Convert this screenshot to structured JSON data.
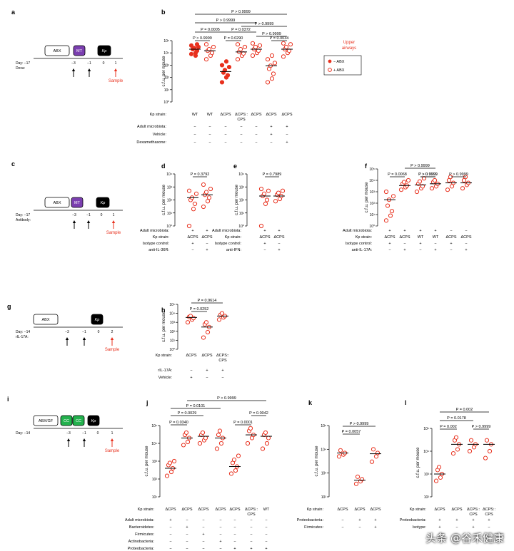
{
  "colors": {
    "ink": "#000000",
    "red": "#e8311e",
    "box_mt": "#7b3fb0",
    "box_kp": "#000000",
    "box_cc": "#23b14d"
  },
  "legend": {
    "title": "Upper airways",
    "items": [
      "− ABX",
      "+ ABX"
    ]
  },
  "axis_label": "c.f.u. per mouse",
  "watermark": "头条 @谷禾健康",
  "schematics": [
    {
      "letter": "a",
      "boxes": [
        "ABX",
        "MT",
        "Kp"
      ],
      "days": [
        "Day: −17",
        "−3",
        "−1",
        "0",
        "1"
      ],
      "sub": "Dexa:",
      "sample": "Sample"
    },
    {
      "letter": "c",
      "boxes": [
        "ABX",
        "MT",
        "Kp"
      ],
      "days": [
        "Day: −17",
        "−3",
        "−1",
        "0",
        "1"
      ],
      "sub": "Antibody:",
      "sample": "Sample"
    },
    {
      "letter": "g",
      "boxes": [
        "ABX",
        "Kp"
      ],
      "days": [
        "Day: −14",
        "−3",
        "−1",
        "0",
        "2"
      ],
      "sub": "rIL-17A:",
      "sample": "Sample"
    },
    {
      "letter": "i",
      "boxes": [
        "ABX/GF",
        "CC",
        "CC",
        "Kp"
      ],
      "days": [
        "Day: −14",
        "−3",
        "−1",
        "0",
        "1"
      ],
      "sub": "",
      "sample": "Sample"
    }
  ],
  "chart_data": [
    {
      "panel": "b",
      "type": "scatter",
      "ylabel": "c.f.u. per mouse",
      "yscale": "log",
      "ylim": [
        1,
        100000
      ],
      "groups": [
        {
          "label": "WT",
          "fill": "filled",
          "median": 20000,
          "values": [
            8000,
            10000,
            15000,
            20000,
            25000,
            30000,
            40000,
            6000,
            50000
          ]
        },
        {
          "label": "WT",
          "fill": "open",
          "median": 15000,
          "values": [
            3000,
            6000,
            10000,
            15000,
            20000,
            30000,
            50000
          ]
        },
        {
          "label": "ΔCPS",
          "fill": "filled",
          "median": 300,
          "values": [
            40,
            100,
            150,
            250,
            400,
            700,
            1000,
            2000
          ]
        },
        {
          "label": "ΔCPS:: CPS",
          "fill": "open",
          "median": 12000,
          "values": [
            3000,
            6000,
            9000,
            12000,
            20000,
            30000,
            50000
          ]
        },
        {
          "label": "ΔCPS",
          "fill": "open",
          "median": 20000,
          "values": [
            6000,
            10000,
            15000,
            20000,
            30000,
            40000,
            60000
          ]
        },
        {
          "label": "ΔCPS",
          "fill": "open",
          "median": 900,
          "values": [
            40,
            80,
            200,
            500,
            900,
            1500,
            3000,
            6000
          ]
        },
        {
          "label": "ΔCPS",
          "fill": "open",
          "median": 20000,
          "values": [
            5000,
            10000,
            15000,
            20000,
            30000,
            50000,
            60000
          ]
        }
      ],
      "p_values": [
        "P > 0.9999",
        "P > 0.9999",
        "P = 0.0005",
        "P > 0.9999",
        "P > 0.9999",
        "P = 0.0372",
        "P > 0.9999",
        "P = 0.0290",
        "P = 0.0034"
      ],
      "strain_label": "Kp strain:",
      "condition_rows": [
        {
          "label": "Adult microbiota:",
          "values": [
            "−",
            "−",
            "−",
            "−",
            "−",
            "+",
            "+"
          ]
        },
        {
          "label": "Vehicle:",
          "values": [
            "−",
            "−",
            "−",
            "−",
            "−",
            "+",
            "−"
          ]
        },
        {
          "label": "Dexamethasone:",
          "values": [
            "−",
            "−",
            "−",
            "−",
            "−",
            "−",
            "+"
          ]
        }
      ]
    },
    {
      "panel": "d",
      "type": "scatter",
      "ylabel": "c.f.u. per mouse",
      "yscale": "log",
      "ylim": [
        1,
        10000
      ],
      "groups": [
        {
          "label": "ΔCPS",
          "fill": "open",
          "median": 150,
          "values": [
            1,
            20,
            50,
            100,
            150,
            300,
            500
          ]
        },
        {
          "label": "ΔCPS",
          "fill": "open",
          "median": 250,
          "values": [
            30,
            80,
            150,
            250,
            400,
            700,
            1500
          ]
        }
      ],
      "p_values": [
        "P = 0.3792"
      ],
      "condition_rows": [
        {
          "label": "Adult microbiota:",
          "values": [
            "+",
            "+"
          ]
        },
        {
          "label": "Kp strain:",
          "values": [
            "ΔCPS",
            "ΔCPS"
          ]
        },
        {
          "label": "Isotype control:",
          "values": [
            "+",
            "−"
          ]
        },
        {
          "label": "anti-IL-36R:",
          "values": [
            "−",
            "+"
          ]
        }
      ]
    },
    {
      "panel": "e",
      "type": "scatter",
      "ylabel": "c.f.u. per mouse",
      "yscale": "log",
      "ylim": [
        1,
        10000
      ],
      "groups": [
        {
          "label": "ΔCPS",
          "fill": "open",
          "median": 200,
          "values": [
            1,
            50,
            100,
            200,
            300,
            500,
            700
          ]
        },
        {
          "label": "ΔCPS",
          "fill": "open",
          "median": 200,
          "values": [
            80,
            120,
            200,
            250,
            350,
            500
          ]
        }
      ],
      "p_values": [
        "P = 0.7989"
      ],
      "condition_rows": [
        {
          "label": "Adult microbiota:",
          "values": [
            "+",
            "+"
          ]
        },
        {
          "label": "Kp strain:",
          "values": [
            "ΔCPS",
            "ΔCPS"
          ]
        },
        {
          "label": "Isotype control:",
          "values": [
            "+",
            "−"
          ]
        },
        {
          "label": "anti-IFN:",
          "values": [
            "−",
            "+"
          ]
        }
      ]
    },
    {
      "panel": "f",
      "type": "scatter",
      "ylabel": "c.f.u. per mouse",
      "yscale": "log",
      "ylim": [
        1,
        100000
      ],
      "groups": [
        {
          "label": "ΔCPS",
          "fill": "open",
          "median": 200,
          "values": [
            3,
            8,
            20,
            60,
            200,
            400,
            1000
          ]
        },
        {
          "label": "ΔCPS",
          "fill": "open",
          "median": 3500,
          "values": [
            1500,
            2500,
            3500,
            5000,
            7000,
            10000
          ]
        },
        {
          "label": "WT",
          "fill": "open",
          "median": 4000,
          "values": [
            1000,
            2000,
            3000,
            5000,
            8000,
            15000
          ]
        },
        {
          "label": "WT",
          "fill": "open",
          "median": 5000,
          "values": [
            2000,
            3000,
            5000,
            7000,
            10000
          ]
        },
        {
          "label": "ΔCPS",
          "fill": "open",
          "median": 6000,
          "values": [
            1500,
            3000,
            6000,
            10000,
            20000
          ]
        },
        {
          "label": "ΔCPS",
          "fill": "open",
          "median": 6000,
          "values": [
            2000,
            4000,
            6000,
            10000,
            20000
          ]
        }
      ],
      "p_values": [
        "P > 0.9999",
        "P = 0.0068",
        "P > 0.9999",
        "P > 0.9999",
        "P > 0.9999"
      ],
      "condition_rows": [
        {
          "label": "Adult microbiota:",
          "values": [
            "+",
            "+",
            "+",
            "+",
            "−",
            "−"
          ]
        },
        {
          "label": "Kp strain:",
          "values": [
            "ΔCPS",
            "ΔCPS",
            "WT",
            "WT",
            "ΔCPS",
            "ΔCPS"
          ]
        },
        {
          "label": "Isotype control:",
          "values": [
            "+",
            "−",
            "+",
            "−",
            "+",
            "−"
          ]
        },
        {
          "label": "anti-IL-17A:",
          "values": [
            "−",
            "+",
            "−",
            "+",
            "−",
            "+"
          ]
        }
      ]
    },
    {
      "panel": "h",
      "type": "scatter",
      "ylabel": "c.f.u. per mouse",
      "yscale": "log",
      "ylim": [
        1,
        100000
      ],
      "groups": [
        {
          "label": "ΔCPS",
          "fill": "open",
          "median": 3500,
          "values": [
            1000,
            2000,
            3000,
            4000,
            5000
          ]
        },
        {
          "label": "ΔCPS",
          "fill": "open",
          "median": 300,
          "values": [
            20,
            80,
            300,
            600,
            1000
          ]
        },
        {
          "label": "ΔCPS:: CPS",
          "fill": "open",
          "median": 5000,
          "values": [
            2000,
            3500,
            5000,
            7000,
            10000
          ]
        }
      ],
      "p_values": [
        "P = 0.9614",
        "P = 0.0252"
      ],
      "strain_label": "Kp strain:",
      "condition_rows": [
        {
          "label": "rIL-17A:",
          "values": [
            "−",
            "+",
            "+"
          ]
        },
        {
          "label": "Vehicle:",
          "values": [
            "+",
            "−",
            "−"
          ]
        }
      ]
    },
    {
      "panel": "j",
      "type": "scatter",
      "ylabel": "c.f.u. per mouse",
      "yscale": "log",
      "ylim": [
        10,
        100000
      ],
      "groups": [
        {
          "label": "ΔCPS",
          "fill": "open",
          "median": 400,
          "values": [
            150,
            250,
            400,
            600,
            800,
            1000
          ]
        },
        {
          "label": "ΔCPS",
          "fill": "open",
          "median": 20000,
          "values": [
            8000,
            12000,
            20000,
            30000,
            40000
          ]
        },
        {
          "label": "ΔCPS",
          "fill": "open",
          "median": 25000,
          "values": [
            10000,
            15000,
            20000,
            30000,
            40000
          ]
        },
        {
          "label": "ΔCPS",
          "fill": "open",
          "median": 20000,
          "values": [
            5000,
            10000,
            20000,
            30000,
            50000
          ]
        },
        {
          "label": "ΔCPS",
          "fill": "open",
          "median": 500,
          "values": [
            200,
            300,
            500,
            800,
            1200,
            2000
          ]
        },
        {
          "label": "ΔCPS:: CPS",
          "fill": "open",
          "median": 30000,
          "values": [
            10000,
            20000,
            30000,
            50000,
            70000
          ]
        },
        {
          "label": "WT",
          "fill": "open",
          "median": 25000,
          "values": [
            5000,
            10000,
            20000,
            30000,
            40000
          ]
        }
      ],
      "p_values": [
        "P > 0.9999",
        "P = 0.0101",
        "P = 0.0029",
        "P = 0.0340",
        "P = 0.0042",
        "P = 0.0001"
      ],
      "strain_label": "Kp strain:",
      "condition_rows": [
        {
          "label": "Adult microbiota:",
          "values": [
            "+",
            "−",
            "−",
            "−",
            "−",
            "−",
            "−"
          ]
        },
        {
          "label": "Bacteroidetes:",
          "values": [
            "−",
            "+",
            "−",
            "−",
            "−",
            "−",
            "−"
          ]
        },
        {
          "label": "Firmicutes:",
          "values": [
            "−",
            "−",
            "+",
            "−",
            "−",
            "−",
            "−"
          ]
        },
        {
          "label": "Actinobacteria:",
          "values": [
            "−",
            "−",
            "−",
            "+",
            "−",
            "−",
            "−"
          ]
        },
        {
          "label": "Proteobacteria:",
          "values": [
            "−",
            "−",
            "−",
            "−",
            "+",
            "+",
            "+"
          ]
        }
      ]
    },
    {
      "panel": "k",
      "type": "scatter",
      "ylabel": "c.f.u. per mouse",
      "yscale": "log",
      "ylim": [
        100,
        100000
      ],
      "groups": [
        {
          "label": "ΔCPS",
          "fill": "open",
          "median": 7000,
          "values": [
            5000,
            6000,
            7000,
            9000
          ]
        },
        {
          "label": "ΔCPS",
          "fill": "open",
          "median": 500,
          "values": [
            350,
            450,
            550,
            700
          ]
        },
        {
          "label": "ΔCPS",
          "fill": "open",
          "median": 6500,
          "values": [
            3000,
            5000,
            7000,
            10000
          ]
        }
      ],
      "p_values": [
        "P > 0.9999",
        "P = 0.0057"
      ],
      "strain_label": "Kp strain:",
      "condition_rows": [
        {
          "label": "Proteobacteria:",
          "values": [
            "−",
            "+",
            "+"
          ]
        },
        {
          "label": "Firmicutes:",
          "values": [
            "−",
            "−",
            "+"
          ]
        }
      ]
    },
    {
      "panel": "l",
      "type": "scatter",
      "ylabel": "c.f.u. per mouse",
      "yscale": "log",
      "ylim": [
        100,
        100000
      ],
      "groups": [
        {
          "label": "ΔCPS",
          "fill": "open",
          "median": 1000,
          "values": [
            500,
            700,
            1000,
            1500,
            2000
          ]
        },
        {
          "label": "ΔCPS",
          "fill": "open",
          "median": 20000,
          "values": [
            8000,
            12000,
            20000,
            30000,
            40000
          ]
        },
        {
          "label": "ΔCPS:: CPS",
          "fill": "open",
          "median": 20000,
          "values": [
            10000,
            15000,
            20000,
            30000
          ]
        },
        {
          "label": "ΔCPS:: CPS",
          "fill": "open",
          "median": 20000,
          "values": [
            5000,
            10000,
            20000,
            30000
          ]
        }
      ],
      "p_values": [
        "P = 0.002",
        "P = 0.0178",
        "P = 0.002",
        "P > 0.9999"
      ],
      "strain_label": "Kp strain:",
      "condition_rows": [
        {
          "label": "Proteobacteria:",
          "values": [
            "+",
            "+",
            "+",
            "+"
          ]
        },
        {
          "label": "Isotype:",
          "values": [
            "+",
            "−",
            "+",
            "−"
          ]
        }
      ]
    }
  ]
}
